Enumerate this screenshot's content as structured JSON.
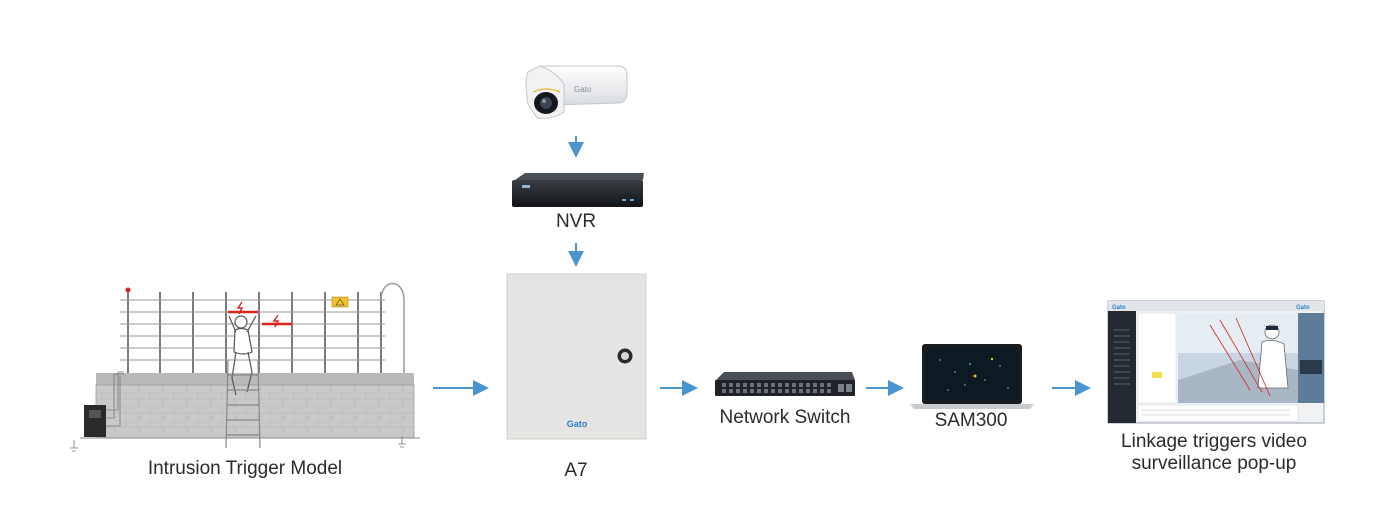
{
  "nodes": {
    "fence": {
      "label": "Intrusion Trigger Model"
    },
    "camera": {
      "brand": "Gato"
    },
    "nvr": {
      "label": "NVR"
    },
    "a7": {
      "label": "A7",
      "brand": "Gato"
    },
    "switch": {
      "label": "Network Switch"
    },
    "sam": {
      "label": "SAM300"
    },
    "popup": {
      "label": "Linkage triggers video surveillance pop-up"
    }
  },
  "colors": {
    "arrow": "#4a95cf",
    "brand": "#2f7fc6",
    "alert": "#d9261c"
  }
}
